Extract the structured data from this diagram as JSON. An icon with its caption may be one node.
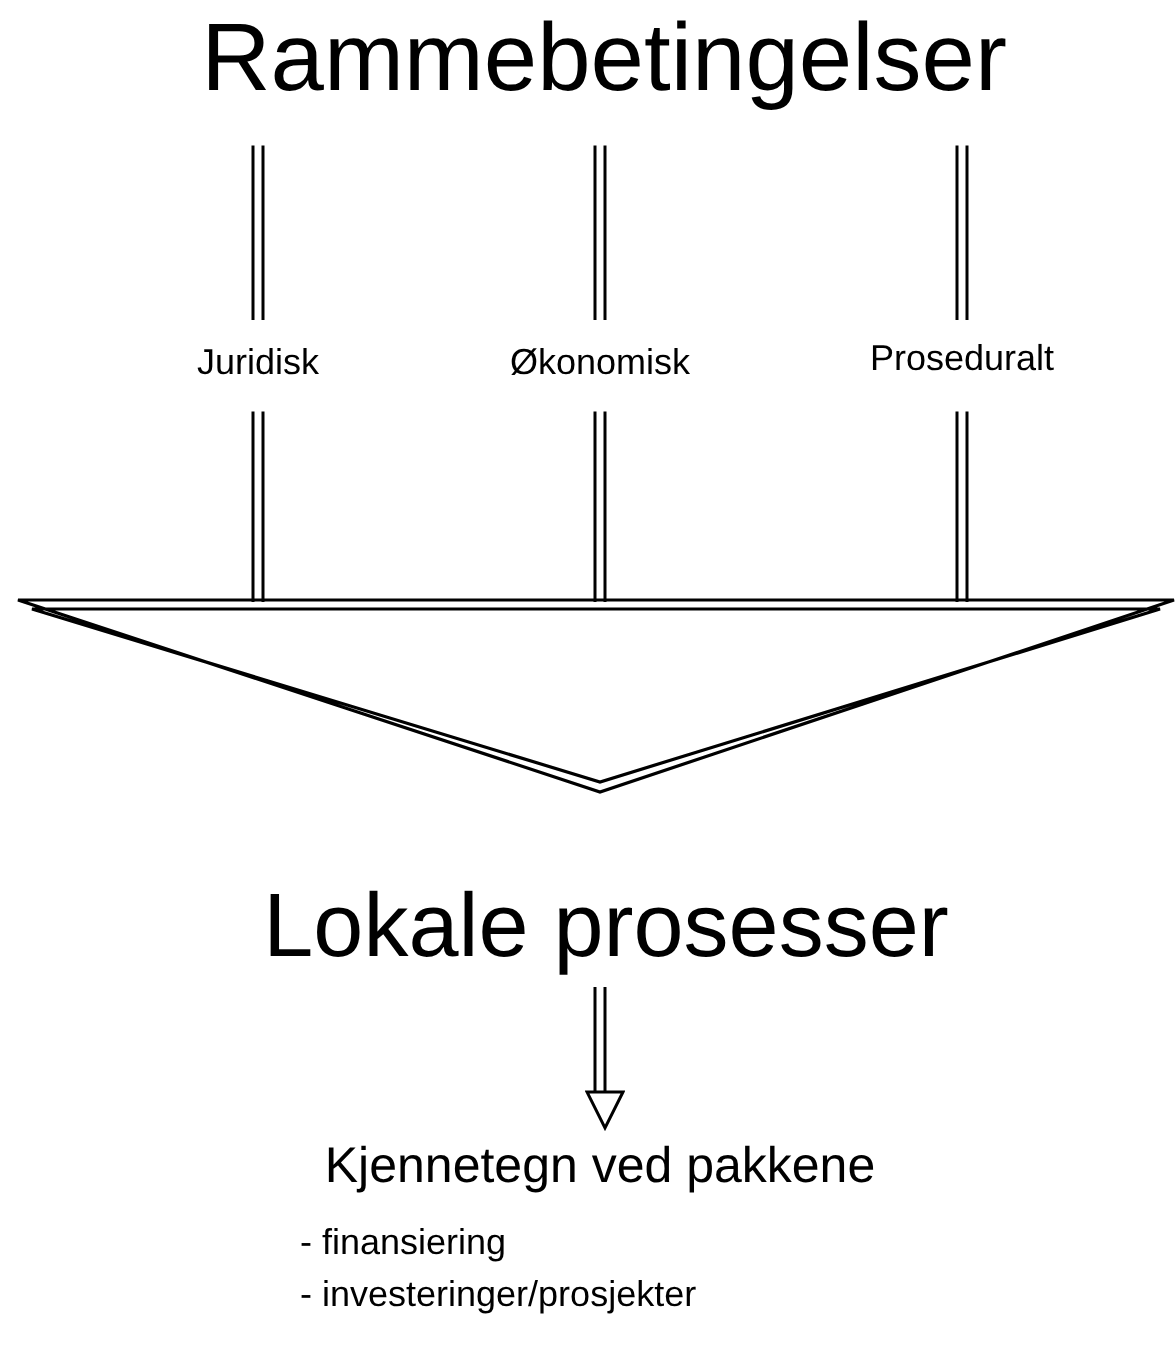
{
  "diagram": {
    "nodes": [
      {
        "text": [
          "Rammebetingelser"
        ]
      },
      {
        "text": [
          "Juridisk"
        ]
      },
      {
        "text": [
          "Økonomisk"
        ]
      },
      {
        "text": [
          "Proseduralt"
        ]
      },
      {
        "text": [],
        "shape": "triangle"
      },
      {
        "text": [
          "Lokale prosesser"
        ]
      },
      {
        "text": [
          "Kjennetegn ved pakkene"
        ]
      }
    ],
    "edges": [
      {
        "from": 0,
        "to": 1,
        "arrow": "none"
      },
      {
        "from": 1,
        "to": 4,
        "arrow": "none"
      },
      {
        "from": 0,
        "to": 2,
        "arrow": "none"
      },
      {
        "from": 2,
        "to": 4,
        "arrow": "none"
      },
      {
        "from": 0,
        "to": 3,
        "arrow": "none"
      },
      {
        "from": 3,
        "to": 4,
        "arrow": "none"
      },
      {
        "from": 5,
        "to": 6,
        "arrow": "to"
      }
    ],
    "labels": [
      "- finansiering",
      "- investeringer/prosjekter"
    ]
  }
}
